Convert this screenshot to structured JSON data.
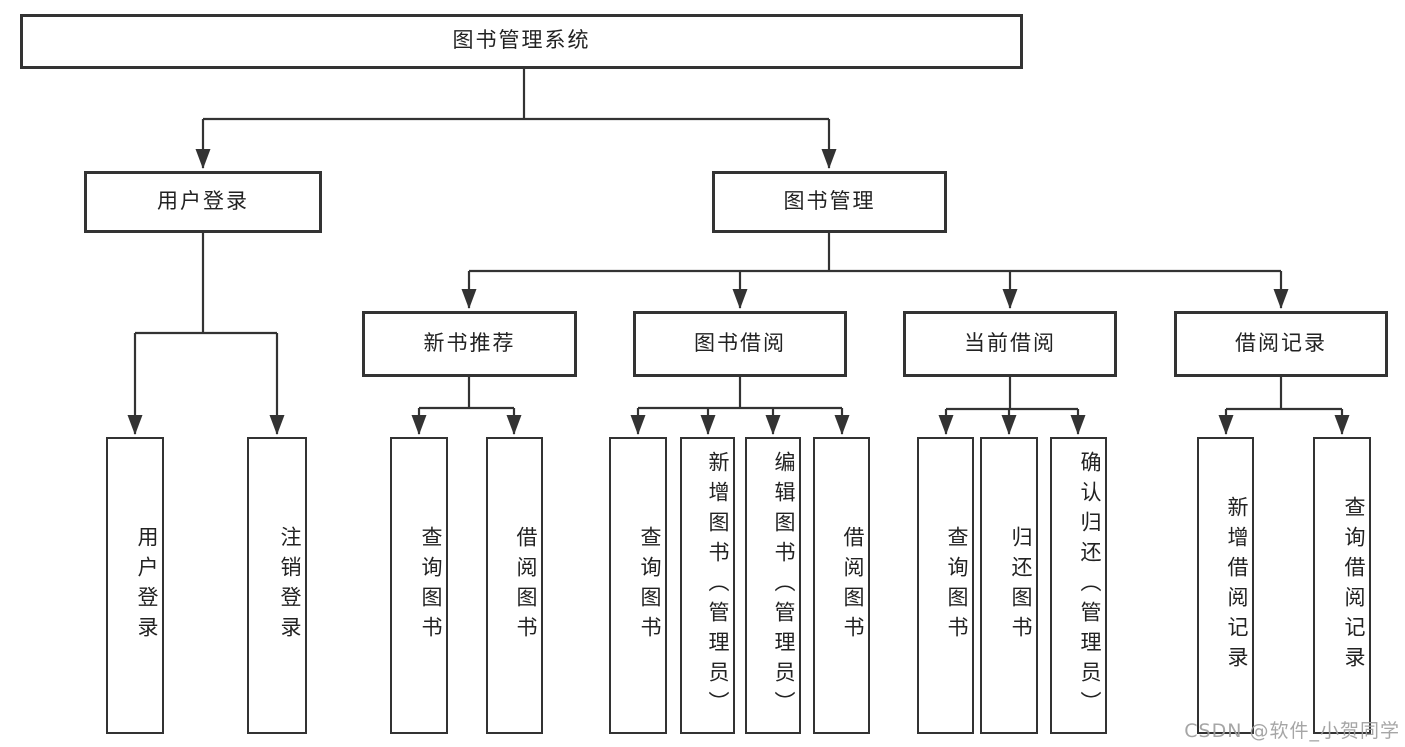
{
  "nodes": {
    "root": {
      "label": "图书管理系统"
    },
    "level2": [
      {
        "label": "用户登录"
      },
      {
        "label": "图书管理"
      }
    ],
    "level3": [
      {
        "label": "新书推荐"
      },
      {
        "label": "图书借阅"
      },
      {
        "label": "当前借阅"
      },
      {
        "label": "借阅记录"
      }
    ],
    "leaves": [
      {
        "label": "用户登录"
      },
      {
        "label": "注销登录"
      },
      {
        "label": "查询图书"
      },
      {
        "label": "借阅图书"
      },
      {
        "label": "查询图书"
      },
      {
        "label": "新增图书（管理员）"
      },
      {
        "label": "编辑图书（管理员）"
      },
      {
        "label": "借阅图书"
      },
      {
        "label": "查询图书"
      },
      {
        "label": "归还图书"
      },
      {
        "label": "确认归还（管理员）"
      },
      {
        "label": "新增借阅记录"
      },
      {
        "label": "查询借阅记录"
      }
    ]
  },
  "watermark": {
    "text": "CSDN @软件_小贺同学"
  },
  "colors": {
    "line": "#333333",
    "text": "#222222",
    "box_background": "#ffffff",
    "watermark": "#9e9e9e",
    "background": "#ffffff"
  }
}
